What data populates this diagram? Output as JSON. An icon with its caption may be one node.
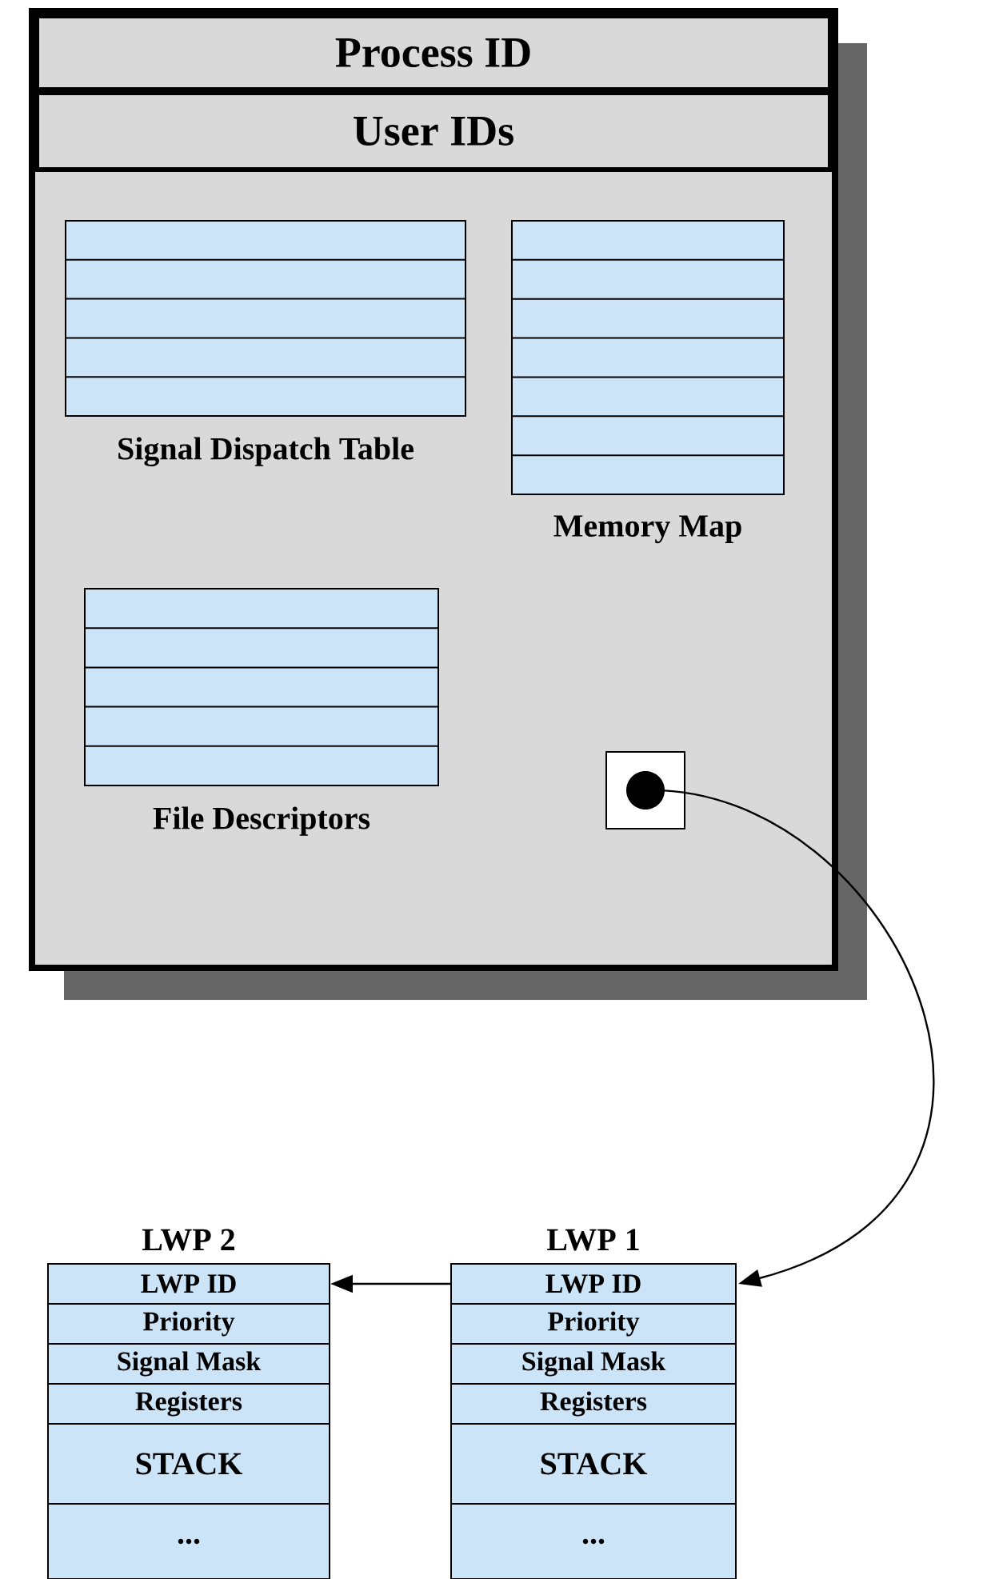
{
  "diagram": {
    "nodes": [
      {
        "text": [],
        "shape": "box"
      },
      {
        "text": [
          "Process ID"
        ],
        "in": 0
      },
      {
        "text": [
          "User IDs"
        ],
        "in": 0
      },
      {
        "text": [
          "Signal Dispatch Table"
        ],
        "in": 0
      },
      {
        "text": [
          "Memory Map"
        ],
        "in": 0
      },
      {
        "text": [
          "File Descriptors"
        ],
        "in": 0
      },
      {
        "text": [],
        "shape": "box",
        "in": 0
      },
      {
        "text": [
          "LWP 2",
          "LWP ID",
          "Priority",
          "Signal Mask",
          "Registers",
          "STACK",
          "..."
        ]
      },
      {
        "text": [
          "LWP 1",
          "LWP ID",
          "Priority",
          "Signal Mask",
          "Registers",
          "STACK",
          "..."
        ]
      }
    ],
    "edges": [
      {
        "from": 6,
        "to": 8,
        "arrow": "to"
      },
      {
        "from": 8,
        "to": 7,
        "arrow": "to"
      }
    ]
  }
}
